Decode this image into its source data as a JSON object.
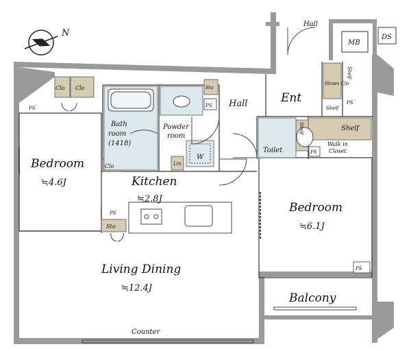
{
  "compass": {
    "north_label": "N",
    "icon": "compass-icon"
  },
  "rooms": {
    "bedroom_left": {
      "name": "Bedroom",
      "size": "≒4.6J"
    },
    "kitchen": {
      "name": "Kitchen",
      "size": "≒2.8J"
    },
    "bedroom_right": {
      "name": "Bedroom",
      "size": "≒6.1J"
    },
    "living": {
      "name": "Living Dining",
      "size": "≒12.4J"
    },
    "balcony": {
      "name": "Balcony"
    },
    "hall_top": {
      "name": "Hall"
    },
    "hall_mid": {
      "name": "Hall"
    },
    "entrance": {
      "name": "Ent"
    },
    "bath": {
      "name1": "Bath",
      "name2": "room",
      "name3": "(1418)"
    },
    "powder": {
      "name1": "Powder",
      "name2": "room"
    },
    "toilet": {
      "name": "Toilet"
    },
    "walkin": {
      "name1": "Walk in",
      "name2": "Closet"
    },
    "shelf_big": {
      "name": "Shelf"
    },
    "counter": {
      "name": "Counter"
    }
  },
  "labels": {
    "mb": "MB",
    "ds": "DS",
    "clo1": "Clo",
    "clo2": "Clo",
    "clo3": "Clo",
    "sto_top": "Sto",
    "sto_kitchen": "Sto",
    "ps_left": "PS",
    "ps_bath": "PS",
    "ps_ent": "PS",
    "ps_toilet": "PS",
    "ps_kitchen": "PS",
    "ps_bedroom": "PS",
    "shoes_clo": "Shoes Clo",
    "shelf_ent": "Shelf",
    "shelf_v1": "Shelf",
    "shelf_v2": "Shelf",
    "lin": "Lin",
    "w": "W"
  },
  "colors": {
    "wall": "#9a9a9a",
    "storage": "#d6ccb4",
    "wet": "#dde9f0",
    "floor": "#ffffff",
    "line": "#333333"
  }
}
